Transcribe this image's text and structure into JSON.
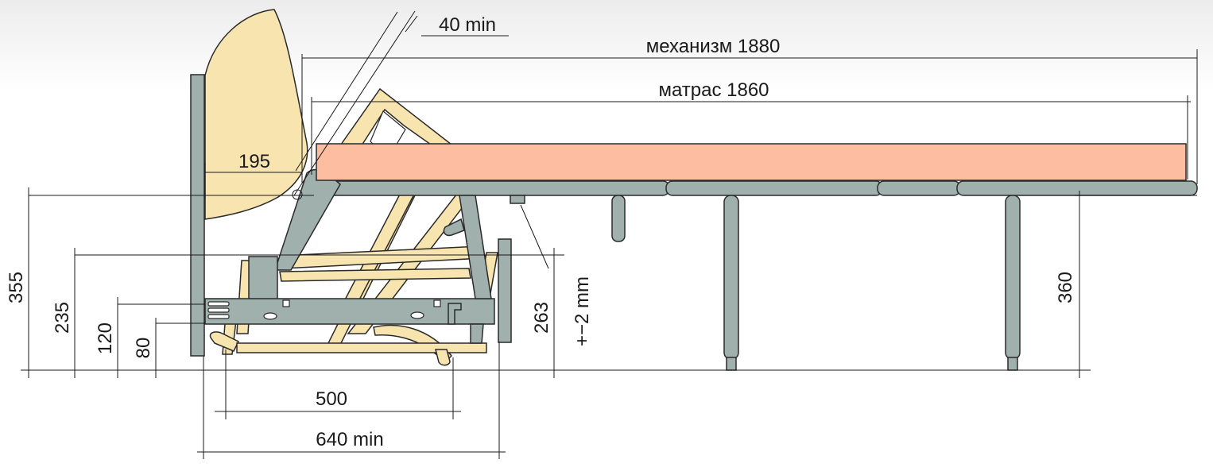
{
  "dimensions": {
    "mechanism": "механизм 1880",
    "mattress": "матрас 1860",
    "angle_gap": "40 min",
    "offset_195": "195",
    "height_355": "355",
    "height_235": "235",
    "height_120": "120",
    "height_80": "80",
    "height_263": "263",
    "tolerance": "+−2 mm",
    "height_360": "360",
    "depth_500": "500",
    "depth_640": "640 min"
  },
  "colors": {
    "metal": "#9fb0ad",
    "wood": "#f7e4ae",
    "mattress": "#fdbda0",
    "background_top": "#eeeeee"
  }
}
